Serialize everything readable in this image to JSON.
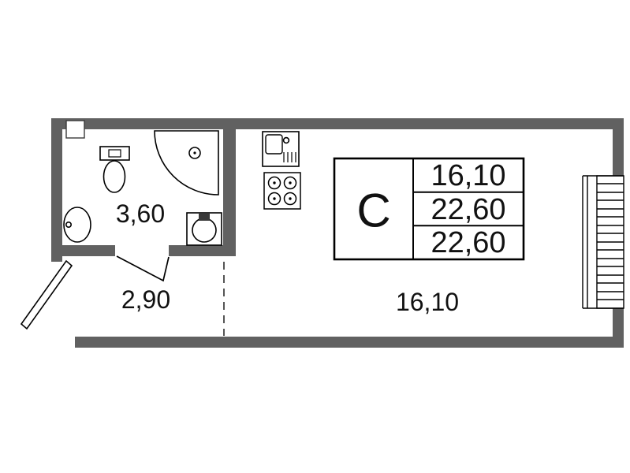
{
  "colors": {
    "wall": "#616161",
    "line": "#000000",
    "background": "#ffffff",
    "text": "#111111"
  },
  "labels": {
    "bathroom_area": "3,60",
    "hallway_area": "2,90",
    "room_area": "16,10"
  },
  "legend": {
    "letter": "С",
    "rows": [
      "16,10",
      "22,60",
      "22,60"
    ]
  }
}
